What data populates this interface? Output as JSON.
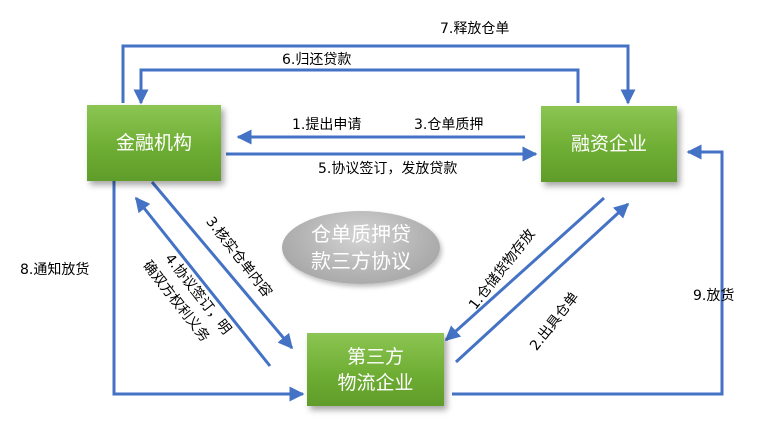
{
  "nodes": {
    "bank": "金融机构",
    "borrower": "融资企业",
    "logistics": "第三方\n物流企业",
    "center": "仓单质押贷\n款三方协议"
  },
  "edges": {
    "e1": "1.提出申请",
    "e3a": "3.仓单质押",
    "e5": "5.协议签订，发放贷款",
    "e6": "6.归还贷款",
    "e7": "7.释放仓单",
    "e8": "8.通知放货",
    "e9": "9.放货",
    "e3b": "3.核实仓单内容",
    "e4_line1": "4.协议签订，明",
    "e4_line2": "确双方权利义务",
    "e1b": "1.仓储货物存放",
    "e2": "2.出具仓单"
  },
  "colors": {
    "arrow": "#4472c4",
    "box_green": "#70ad47",
    "oval_gray": "#b3b3b3"
  }
}
